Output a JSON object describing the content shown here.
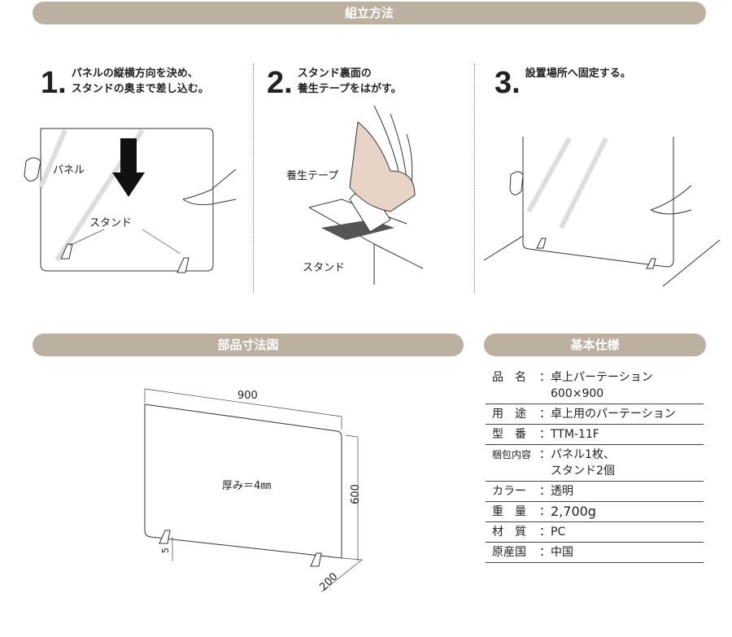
{
  "assembly": {
    "title": "組立方法",
    "steps": [
      {
        "num": "1.",
        "line1": "パネルの縦横方向を決め、",
        "line2": "スタンドの奥まで差し込む。",
        "labels": {
          "panel": "パネル",
          "stand": "スタンド"
        }
      },
      {
        "num": "2.",
        "line1": "スタンド裏面の",
        "line2": "養生テープをはがす。",
        "labels": {
          "tape": "養生テープ",
          "stand": "スタンド"
        }
      },
      {
        "num": "3.",
        "line1": "設置場所へ固定する。",
        "line2": ""
      }
    ]
  },
  "dimensions": {
    "title": "部品寸法図",
    "width": "900",
    "height": "600",
    "depth": "200",
    "foot": "5",
    "thickness": "厚み＝4㎜"
  },
  "specs": {
    "title": "基本仕様",
    "rows": [
      {
        "label": "品　名",
        "value": "卓上パーテーション600×900"
      },
      {
        "label": "用　途",
        "value": "卓上用のパーテーション"
      },
      {
        "label": "型　番",
        "value": "TTM-11F"
      },
      {
        "label": "梱包内容",
        "value": "パネル1枚、",
        "value2": "スタンド2個"
      },
      {
        "label": "カラー",
        "value": "透明"
      },
      {
        "label": "重　量",
        "value": "2,700g"
      },
      {
        "label": "材　質",
        "value": "PC"
      },
      {
        "label": "原産国",
        "value": "中国"
      }
    ],
    "colon": "："
  }
}
